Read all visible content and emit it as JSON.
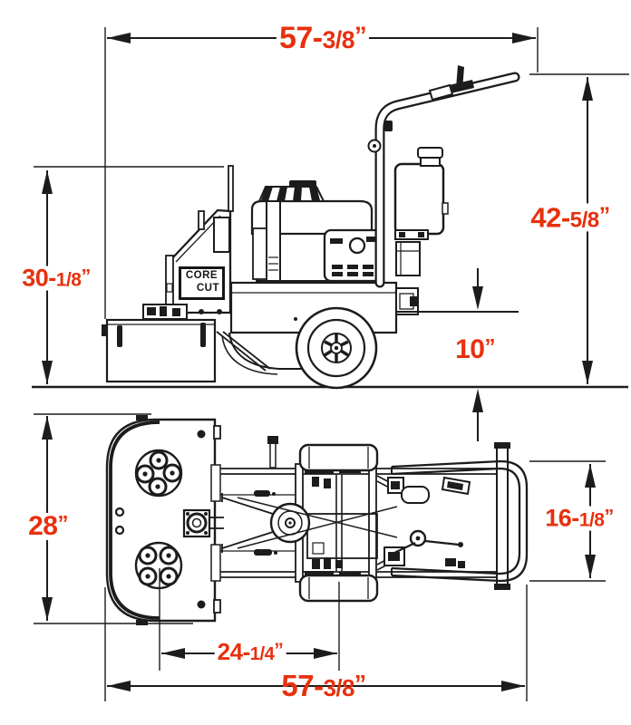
{
  "brand_plate": {
    "line1": "CORE",
    "line2": "CUT"
  },
  "dimensions": {
    "overall_length_top": {
      "main": "57-",
      "frac": "3/8",
      "unit": "”"
    },
    "overall_height": {
      "main": "42-",
      "frac": "5/8",
      "unit": "”"
    },
    "body_height": {
      "main": "30-",
      "frac": "1/8",
      "unit": "”"
    },
    "wheel_height": {
      "main": "10",
      "frac": "",
      "unit": "”"
    },
    "deck_width": {
      "main": "28",
      "frac": "",
      "unit": "”"
    },
    "handle_width": {
      "main": "16-",
      "frac": "1/8",
      "unit": "”"
    },
    "disc_center_to_axle": {
      "main": "24-",
      "frac": "1/4",
      "unit": "”"
    },
    "overall_length_bottom": {
      "main": "57-",
      "frac": "3/8",
      "unit": "”"
    }
  },
  "colors": {
    "dimension_text": "#e8300e",
    "line_art": "#1c1c1c",
    "background": "#ffffff"
  }
}
